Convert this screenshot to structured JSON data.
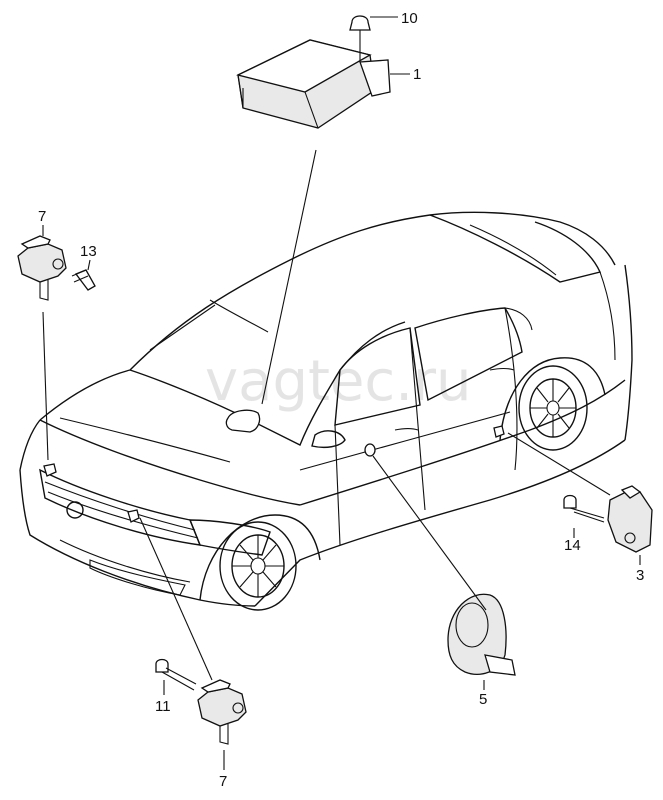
{
  "watermark": "vagtec.ru",
  "callouts": [
    {
      "id": "c10",
      "text": "10"
    },
    {
      "id": "c1",
      "text": "1"
    },
    {
      "id": "c7a",
      "text": "7"
    },
    {
      "id": "c13",
      "text": "13"
    },
    {
      "id": "c14",
      "text": "14"
    },
    {
      "id": "c3",
      "text": "3"
    },
    {
      "id": "c5",
      "text": "5"
    },
    {
      "id": "c11",
      "text": "11"
    },
    {
      "id": "c7b",
      "text": "7"
    }
  ]
}
